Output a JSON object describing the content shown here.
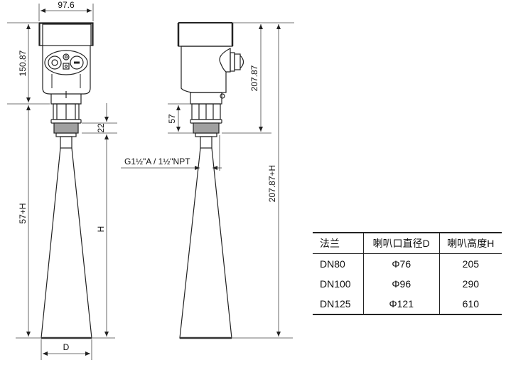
{
  "dimensions": {
    "housing_width": "97.6",
    "housing_height": "150.87",
    "neck_height": "22",
    "total_left": "57+H",
    "horn_height": "H",
    "horn_diameter": "D",
    "thread_spec": {
      "prefix": "G1",
      "frac": "1/2",
      "mid": "\"A / 1",
      "suffix": "\"NPT",
      "full": "G1½\"A / 1½\"NPT"
    },
    "flange_height": "57",
    "side_height": "207.87",
    "side_total": "207.87+H"
  },
  "table": {
    "headers": [
      "法兰",
      "喇叭口直径D",
      "喇叭高度H"
    ],
    "rows": [
      [
        "DN80",
        "Φ76",
        "205"
      ],
      [
        "DN100",
        "Φ96",
        "290"
      ],
      [
        "DN125",
        "Φ121",
        "610"
      ]
    ]
  },
  "colors": {
    "line": "#222222",
    "dim_line": "#555555"
  }
}
